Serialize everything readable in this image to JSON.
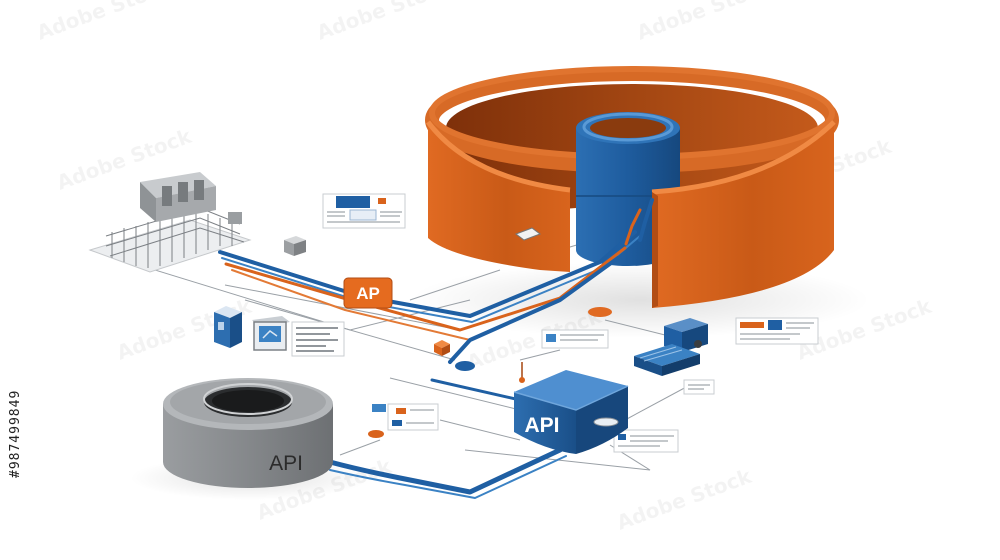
{
  "labels": {
    "ap_tag": "AP",
    "api_block": "API",
    "api_drum": "API"
  },
  "stock_id": "#987499849",
  "watermark_text": "Adobe Stock",
  "colors": {
    "orange": "#d9631c",
    "orange_dark": "#a5450f",
    "blue": "#1f5fa3",
    "blue_light": "#3b82c4",
    "gray": "#8a8d90",
    "gray_dark": "#5e6164"
  }
}
